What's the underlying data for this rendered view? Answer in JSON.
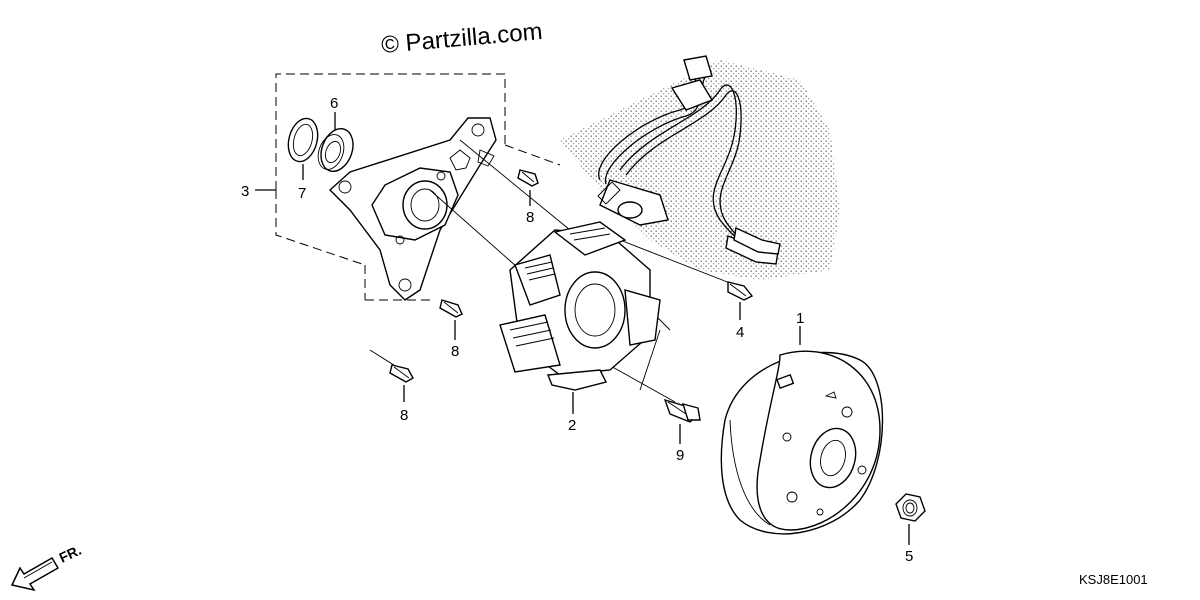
{
  "watermark": "© Partzilla.com",
  "diagram_code": "KSJ8E1001",
  "direction_label": "FR.",
  "callouts": {
    "c1": "1",
    "c2": "2",
    "c3": "3",
    "c4": "4",
    "c5": "5",
    "c6": "6",
    "c7": "7",
    "c8a": "8",
    "c8b": "8",
    "c8c": "8",
    "c9": "9"
  }
}
